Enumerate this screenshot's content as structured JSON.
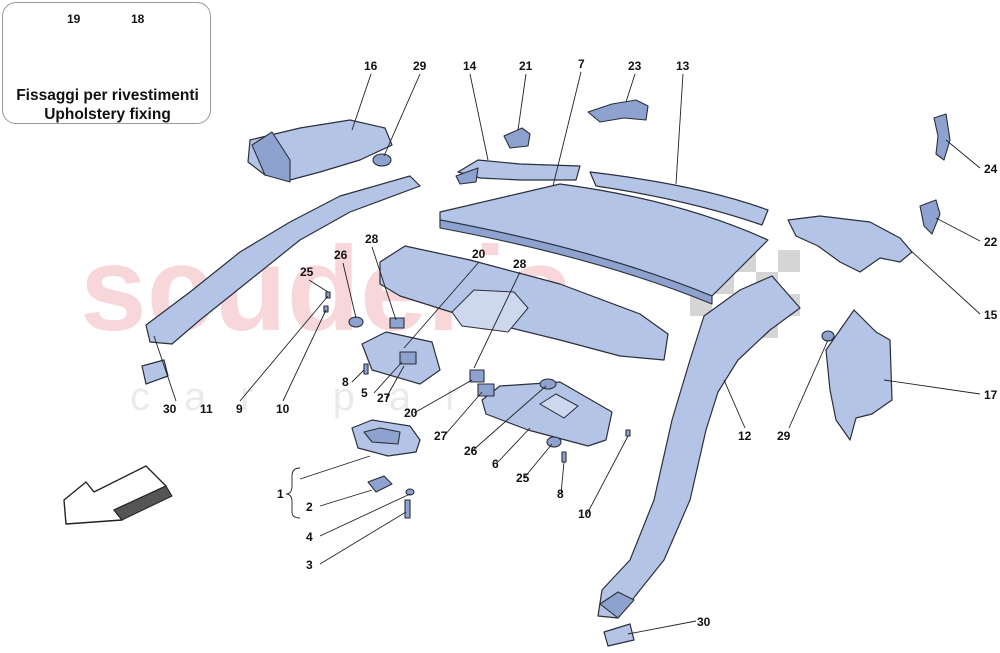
{
  "watermark": {
    "brand": "scuderia",
    "sub": "car parts",
    "color": "#f2b8bd"
  },
  "fixings_box": {
    "title_it": "Fissaggi per rivestimenti",
    "title_en": "Upholstery fixing",
    "items": [
      "19",
      "18"
    ]
  },
  "callouts": {
    "c16": "16",
    "c29a": "29",
    "c14": "14",
    "c21": "21",
    "c7": "7",
    "c23": "23",
    "c13": "13",
    "c24": "24",
    "c22": "22",
    "c15": "15",
    "c17": "17",
    "c29b": "29",
    "c12": "12",
    "c30a": "30",
    "c11": "11",
    "c9": "9",
    "c10a": "10",
    "c25a": "25",
    "c26a": "26",
    "c28a": "28",
    "c20a": "20",
    "c28b": "28",
    "c8a": "8",
    "c5": "5",
    "c27a": "27",
    "c20b": "20",
    "c27b": "27",
    "c26b": "26",
    "c6": "6",
    "c25b": "25",
    "c8b": "8",
    "c10b": "10",
    "c1": "1",
    "c2": "2",
    "c4": "4",
    "c3": "3",
    "c30b": "30"
  },
  "colors": {
    "part_fill": "#b4c4e6",
    "part_dark": "#8ea2cf",
    "line": "#2b2f3a"
  },
  "icons": {
    "front_direction": "arrow-icon"
  }
}
